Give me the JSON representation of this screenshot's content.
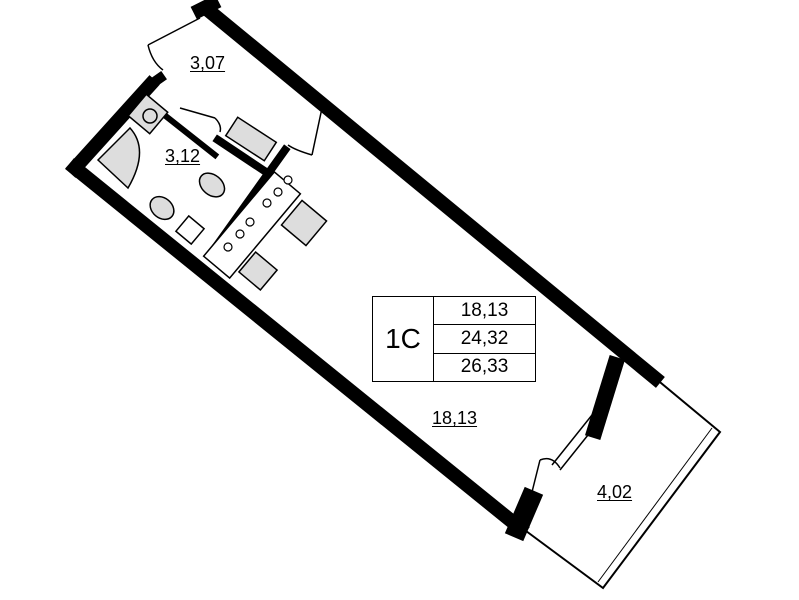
{
  "plan": {
    "apartment_type": "1C",
    "areas_summary": [
      "18,13",
      "24,32",
      "26,33"
    ],
    "rooms": {
      "hall": "3,07",
      "bathroom": "3,12",
      "living_room": "18,13",
      "balcony": "4,02"
    }
  }
}
